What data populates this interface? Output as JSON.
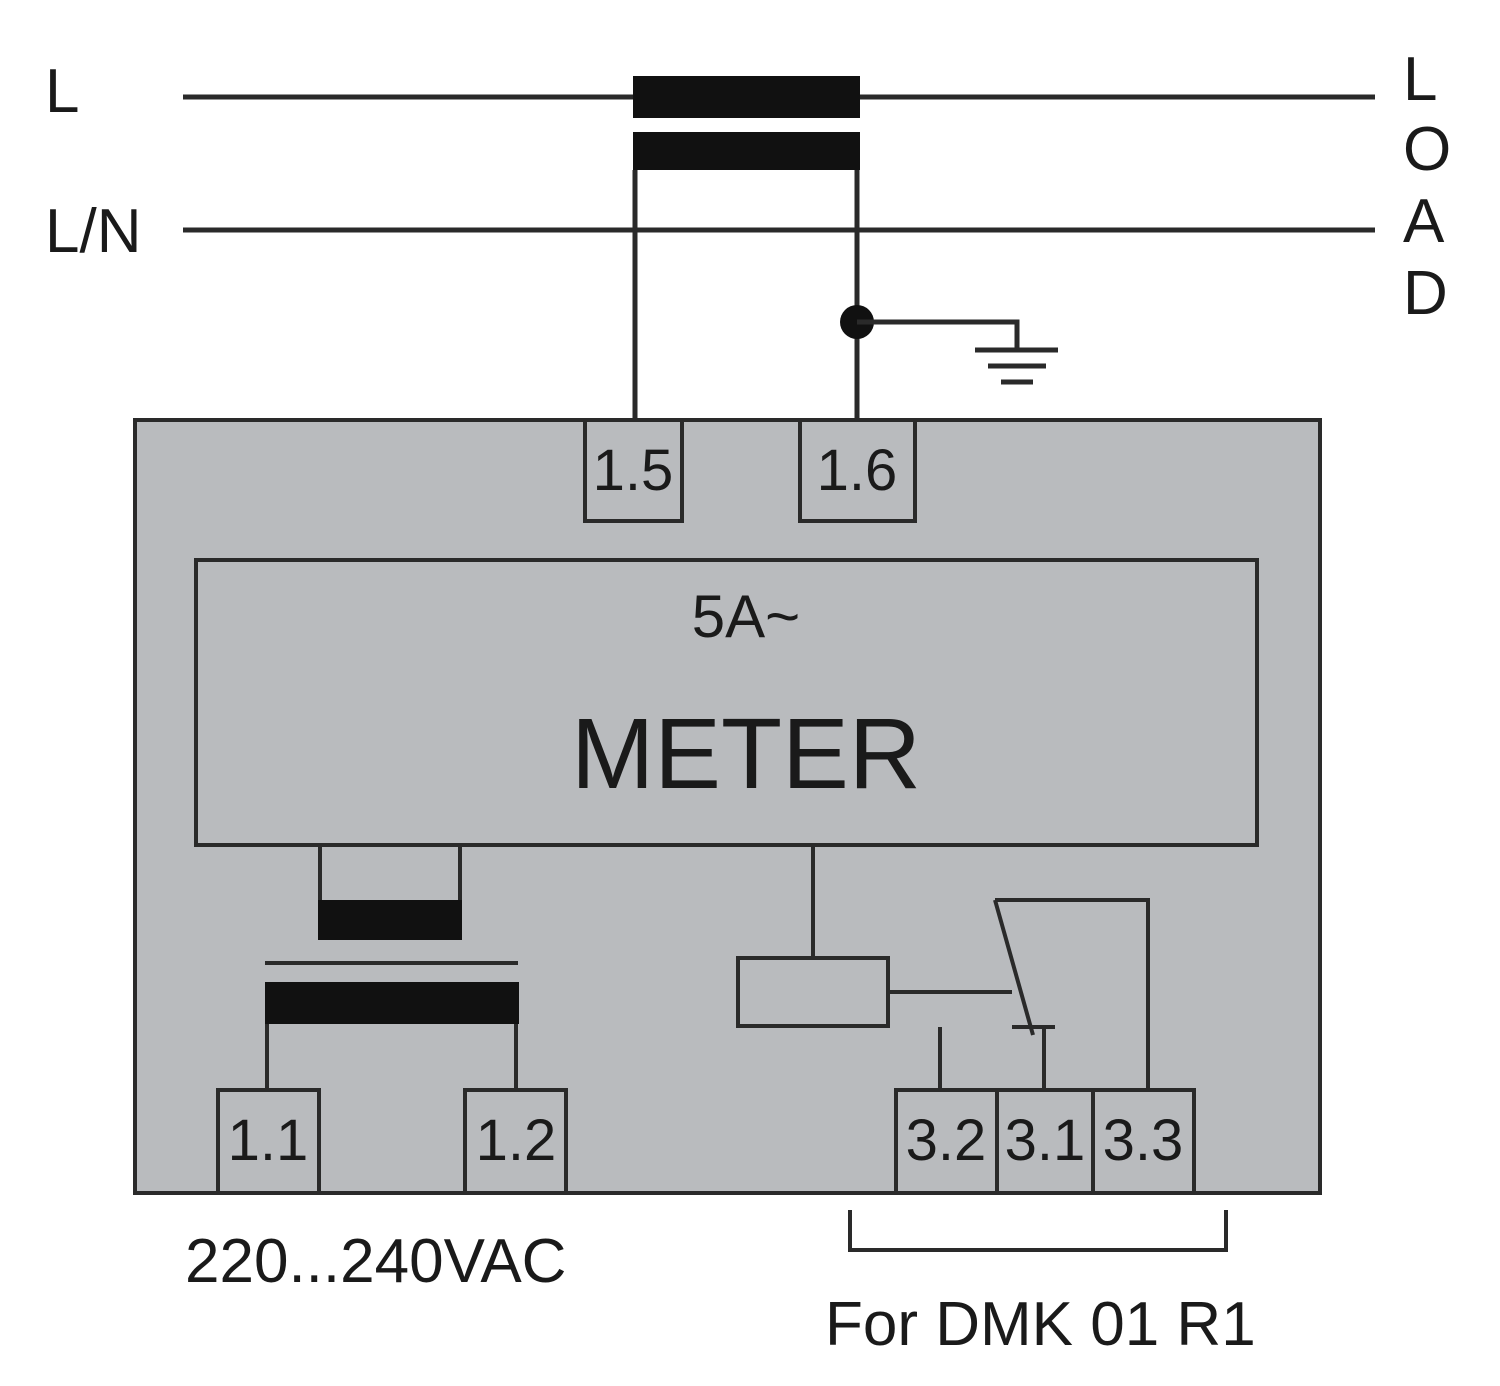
{
  "lines": {
    "line_label": "L",
    "neutral_label": "L/N",
    "load_letters": [
      "L",
      "O",
      "A",
      "D"
    ]
  },
  "meter": {
    "rating": "5A~",
    "title": "METER"
  },
  "terminals": {
    "t1_5": "1.5",
    "t1_6": "1.6",
    "t1_1": "1.1",
    "t1_2": "1.2",
    "t3_2": "3.2",
    "t3_1": "3.1",
    "t3_3": "3.3"
  },
  "captions": {
    "supply": "220...240VAC",
    "relay_option": "For DMK 01 R1"
  },
  "colors": {
    "housing": "#b9bbbe",
    "ink": "#1a1a1a",
    "background": "#ffffff"
  }
}
